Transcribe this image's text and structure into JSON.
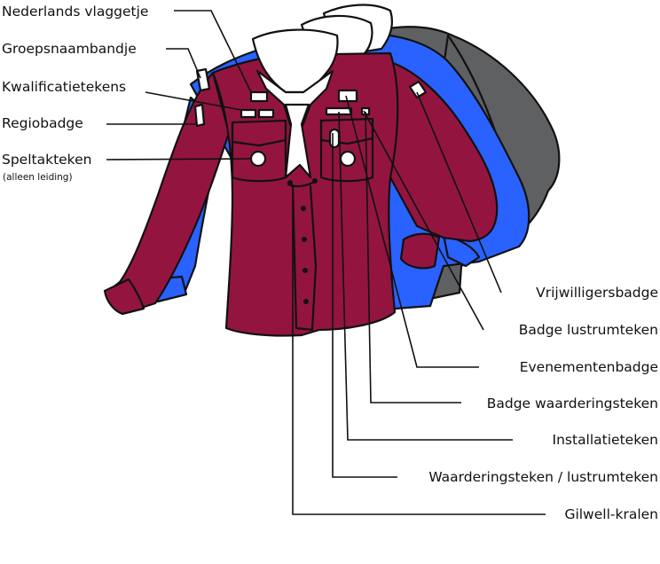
{
  "labels_left": [
    {
      "id": "nederlands-vlaggetje",
      "text": "Nederlands vlaggetje"
    },
    {
      "id": "groepsnaambandje",
      "text": "Groepsnaambandje"
    },
    {
      "id": "kwalificatietekens",
      "text": "Kwalificatietekens"
    },
    {
      "id": "regiobadge",
      "text": "Regiobadge"
    },
    {
      "id": "spelttakteken",
      "text": "Speltakteken",
      "note": "(alleen leiding)"
    }
  ],
  "labels_right": [
    {
      "id": "vrijwilligersbadge",
      "text": "Vrijwilligersbadge"
    },
    {
      "id": "badge-lustrumteken",
      "text": "Badge lustrumteken"
    },
    {
      "id": "evenementenbadge",
      "text": "Evenementenbadge"
    },
    {
      "id": "badge-waarderingsteken",
      "text": "Badge waarderingsteken"
    },
    {
      "id": "installatieteken",
      "text": "Installatieteken"
    },
    {
      "id": "waarderingsteken-lustrumteken",
      "text": "Waarderingsteken / lustrumteken"
    },
    {
      "id": "gilwell-kralen",
      "text": "Gilwell-kralen"
    }
  ],
  "colors": {
    "shirt_red": "#93153f",
    "shirt_blue": "#2962ff",
    "shirt_grey": "#5f6062",
    "scarf": "#ffffff",
    "outline": "#111111"
  }
}
